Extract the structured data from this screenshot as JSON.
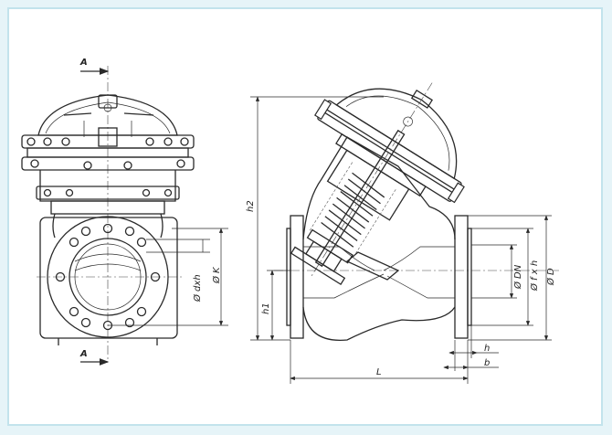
{
  "drawing": {
    "section_marker": "A",
    "dimensions": {
      "bolt_holes": "Ø dxh",
      "bolt_circle": "Ø K",
      "nominal_diameter": "Ø DN",
      "raised_face": "Ø f x h",
      "outer_diameter": "Ø D",
      "height_total": "h2",
      "height_axis": "h1",
      "length": "L",
      "face_height": "h",
      "flange_thickness": "b"
    }
  }
}
